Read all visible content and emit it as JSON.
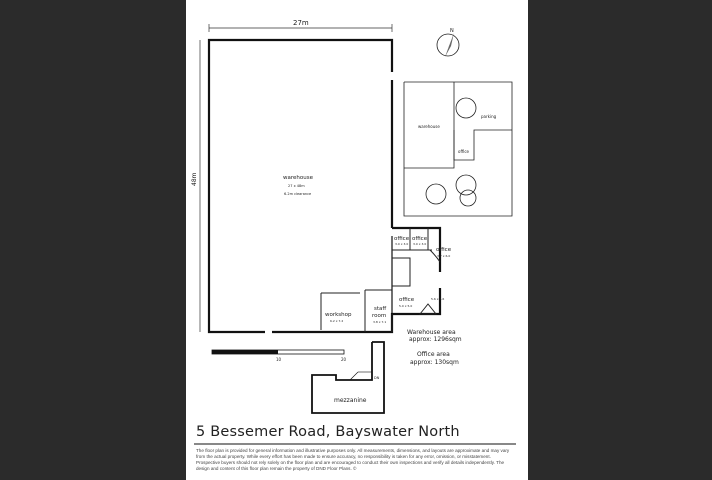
{
  "plan": {
    "dimension_width": "27m",
    "dimension_height": "48m",
    "rooms": {
      "warehouse": {
        "label": "warehouse",
        "size": "27 x 48m",
        "note": "6.2m clearance"
      },
      "office_1": {
        "label": "office",
        "size": "3.0 x 3.0"
      },
      "office_2": {
        "label": "office",
        "size": "3.0 x 3.0"
      },
      "office_3": {
        "label": "office",
        "size": "3.7 x 6.0"
      },
      "office_4": {
        "label": "office",
        "size": "5.0 x 5.0",
        "size2": "5.6 x 5.6"
      },
      "workshop": {
        "label": "workshop",
        "size": "6.2 x 7.2"
      },
      "staff_room": {
        "label": "staff room",
        "label_line1": "staff",
        "label_line2": "room",
        "size": "3.8 x 7.1"
      },
      "mezzanine": {
        "label": "mezzanine"
      }
    },
    "scale_labels": [
      "10",
      "20"
    ],
    "stair_label": "DN",
    "site_plan": {
      "warehouse": "warehouse",
      "parking": "parking",
      "office": "office"
    },
    "compass": "N"
  },
  "areas": {
    "warehouse_line1": "Warehouse area",
    "warehouse_line2": "approx: 1296sqm",
    "office_line1": "Office area",
    "office_line2": "approx: 130sqm"
  },
  "title": "5 Bessemer Road, Bayswater North",
  "disclaimer": "The floor plan is provided for general information and illustrative purposes only. All measurements, dimensions, and layouts are approximate and may vary from the actual property. While every effort has been made to ensure accuracy, no responsibility is taken for any error, omission, or misstatement. Prospective buyers should not rely solely on the floor plan and are encouraged to conduct their own inspections and verify all details independently. The design and content of this floor plan remain the property of DND Floor Plans. ©"
}
